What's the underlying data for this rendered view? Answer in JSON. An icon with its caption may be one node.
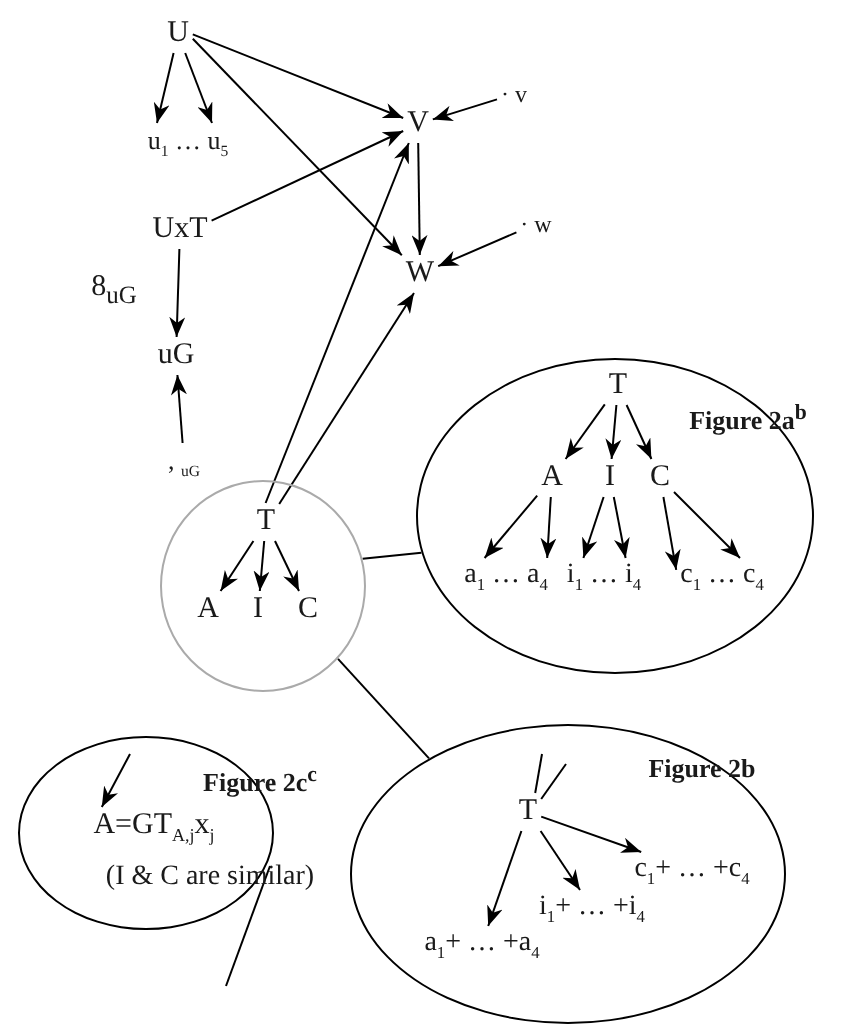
{
  "diagram": {
    "nodes": [
      {
        "text": [
          "U"
        ]
      },
      {
        "text": [
          "u$_{1}$ … u$_{5}$"
        ]
      },
      {
        "text": [
          "V"
        ]
      },
      {
        "text": [
          "W"
        ]
      },
      {
        "text": [
          "· v"
        ]
      },
      {
        "text": [
          "· w"
        ]
      },
      {
        "text": [
          "UxT"
        ]
      },
      {
        "text": [
          "uG"
        ]
      },
      {
        "text": [
          ", $_{uG}$"
        ]
      },
      {
        "text": [],
        "shape": "circle"
      },
      {
        "text": [
          "T"
        ],
        "in": 9
      },
      {
        "text": [
          "A"
        ],
        "in": 9
      },
      {
        "text": [
          "I"
        ],
        "in": 9
      },
      {
        "text": [
          "C"
        ],
        "in": 9
      },
      {
        "text": [
          "Figure 2a$^{b}$"
        ]
      },
      {
        "text": [
          "T"
        ],
        "in": 14
      },
      {
        "text": [
          "A"
        ],
        "in": 14
      },
      {
        "text": [
          "I"
        ],
        "in": 14
      },
      {
        "text": [
          "C"
        ],
        "in": 14
      },
      {
        "text": [
          "a$_{1}$ … a$_{4}$"
        ],
        "in": 14
      },
      {
        "text": [
          "i$_{1}$ … i$_{4}$"
        ],
        "in": 14
      },
      {
        "text": [
          "c$_{1}$ … c$_{4}$"
        ],
        "in": 14
      },
      {
        "text": [
          "Figure 2b"
        ]
      },
      {
        "text": [
          "T"
        ],
        "in": 22
      },
      {
        "text": [
          "c$_{1}$+ … +c$_{4}$"
        ],
        "in": 22
      },
      {
        "text": [
          "i$_{1}$+ … +i$_{4}$"
        ],
        "in": 22
      },
      {
        "text": [
          "a$_{1}$+ … +a$_{4}$"
        ],
        "in": 22
      },
      {
        "text": [
          "Figure 2c$^{c}$"
        ]
      },
      {
        "text": [
          "A=GT$_{A,j}$x$_{j}$"
        ],
        "in": 27
      },
      {
        "text": [
          "(I & C are similar)"
        ],
        "in": 27
      }
    ],
    "edges": [
      {
        "from": 0,
        "to": 1,
        "arrow": "to"
      },
      {
        "from": 0,
        "to": 1,
        "arrow": "to"
      },
      {
        "from": 0,
        "to": 2,
        "arrow": "to"
      },
      {
        "from": 0,
        "to": 3,
        "arrow": "to"
      },
      {
        "from": 6,
        "to": 2,
        "arrow": "to"
      },
      {
        "from": 2,
        "to": 3,
        "arrow": "to"
      },
      {
        "from": 4,
        "to": 2,
        "arrow": "to"
      },
      {
        "from": 5,
        "to": 3,
        "arrow": "to"
      },
      {
        "from": 6,
        "to": 7,
        "arrow": "to",
        "label": "8$_{uG}$"
      },
      {
        "from": 8,
        "to": 7,
        "arrow": "to"
      },
      {
        "from": 10,
        "to": 2,
        "arrow": "to"
      },
      {
        "from": 10,
        "to": 3,
        "arrow": "to"
      },
      {
        "from": 10,
        "to": 11,
        "arrow": "to"
      },
      {
        "from": 10,
        "to": 12,
        "arrow": "to"
      },
      {
        "from": 10,
        "to": 13,
        "arrow": "to"
      },
      {
        "from": 9,
        "to": 14,
        "arrow": "none"
      },
      {
        "from": 9,
        "to": 22,
        "arrow": "none"
      },
      {
        "from": 15,
        "to": 16,
        "arrow": "to"
      },
      {
        "from": 15,
        "to": 17,
        "arrow": "to"
      },
      {
        "from": 15,
        "to": 18,
        "arrow": "to"
      },
      {
        "from": 16,
        "to": 19,
        "arrow": "to"
      },
      {
        "from": 16,
        "to": 19,
        "arrow": "to"
      },
      {
        "from": 17,
        "to": 20,
        "arrow": "to"
      },
      {
        "from": 17,
        "to": 20,
        "arrow": "to"
      },
      {
        "from": 18,
        "to": 21,
        "arrow": "to"
      },
      {
        "from": 18,
        "to": 21,
        "arrow": "to"
      },
      {
        "from": null,
        "to": 23,
        "arrow": "none"
      },
      {
        "from": null,
        "to": 23,
        "arrow": "none"
      },
      {
        "from": 23,
        "to": 24,
        "arrow": "to"
      },
      {
        "from": 23,
        "to": 25,
        "arrow": "to"
      },
      {
        "from": 23,
        "to": 26,
        "arrow": "to"
      },
      {
        "from": null,
        "to": 28,
        "arrow": "to"
      },
      {
        "from": 27,
        "to": null,
        "arrow": "none"
      }
    ]
  }
}
